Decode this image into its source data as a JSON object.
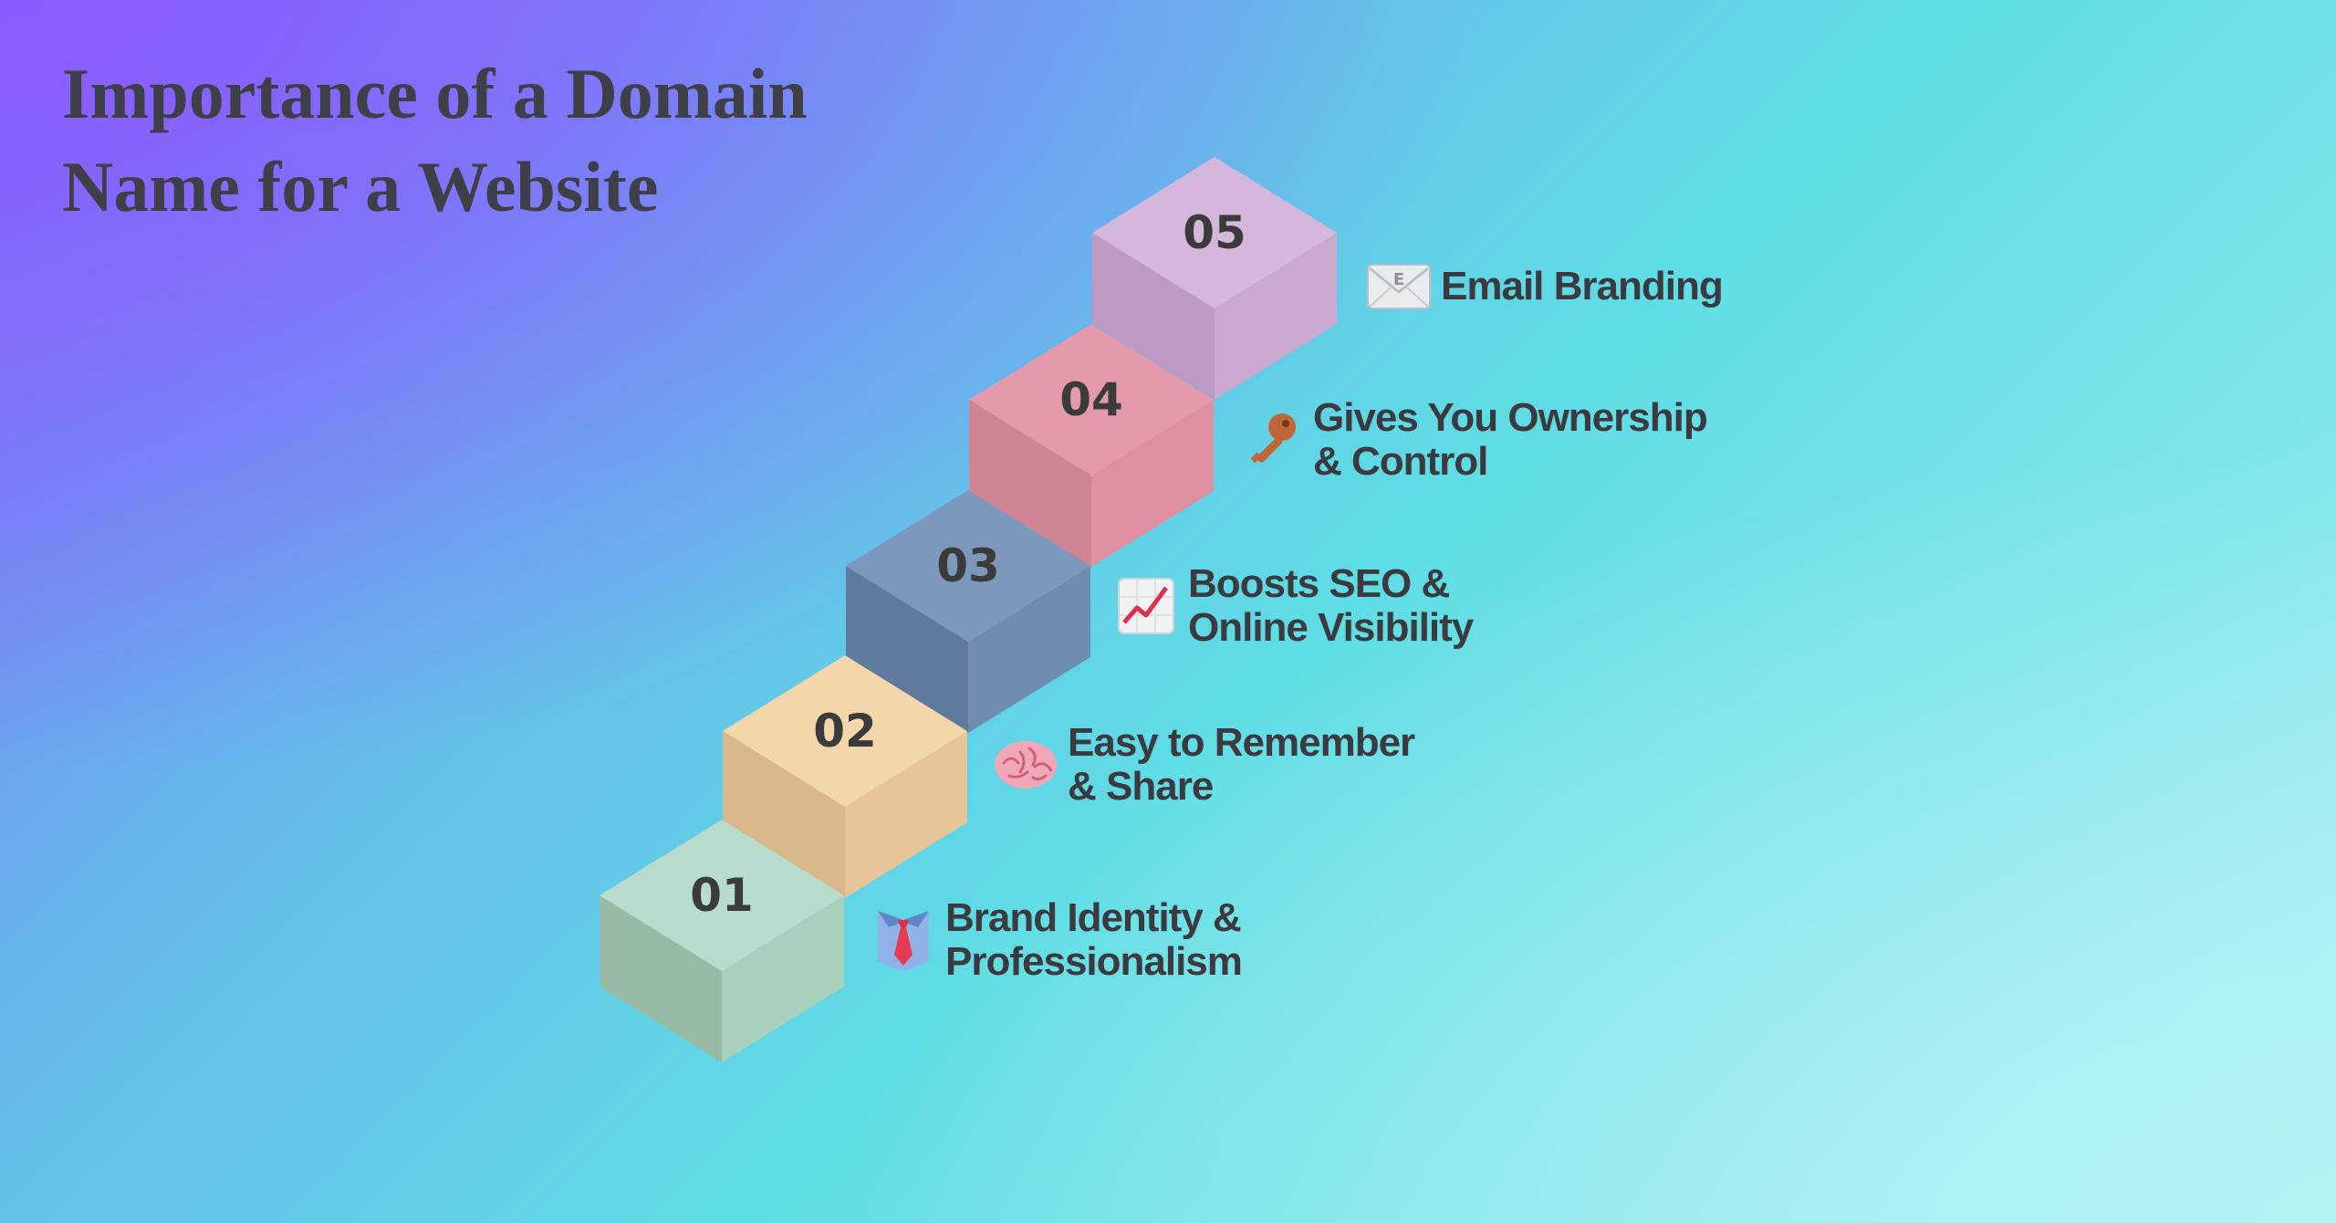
{
  "title": {
    "line1": "Importance of a Domain",
    "line2": "Name for a Website"
  },
  "steps": [
    {
      "number": "01",
      "line1": "Brand Identity &",
      "line2": "Professionalism",
      "icon": "necktie-icon",
      "color": "#b7dccb"
    },
    {
      "number": "02",
      "line1": "Easy to Remember",
      "line2": "& Share",
      "icon": "brain-icon",
      "color": "#f3d2a6"
    },
    {
      "number": "03",
      "line1": "Boosts SEO &",
      "line2": "Online Visibility",
      "icon": "chart-increasing-icon",
      "color": "#7d98bd"
    },
    {
      "number": "04",
      "line1": "Gives You Ownership",
      "line2": "& Control",
      "icon": "key-icon",
      "color": "#e49aaa"
    },
    {
      "number": "05",
      "line1": "Email Branding",
      "line2": "",
      "icon": "envelope-icon",
      "color": "#d6b7dc"
    }
  ]
}
